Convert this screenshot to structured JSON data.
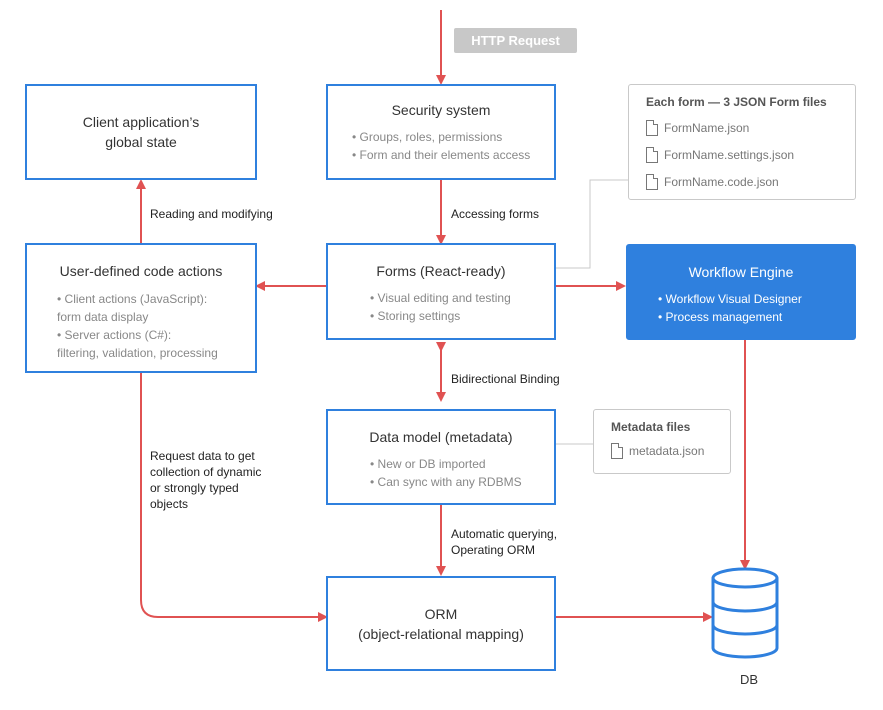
{
  "http_request": "HTTP Request",
  "client_state": {
    "title": "Client application’s global state"
  },
  "security": {
    "title": "Security system",
    "items": [
      "• Groups, roles, permissions",
      "• Form and their elements access"
    ]
  },
  "json_files": {
    "title": "Each form — 3 JSON Form files",
    "files": [
      "FormName.json",
      "FormName.settings.json",
      "FormName.code.json"
    ]
  },
  "code_actions": {
    "title": "User-defined code actions",
    "items": [
      "• Client actions (JavaScript):",
      "form data display",
      "• Server actions (C#):",
      "filtering, validation, processing"
    ]
  },
  "forms": {
    "title": "Forms (React-ready)",
    "items": [
      "• Visual editing and testing",
      "• Storing settings"
    ]
  },
  "workflow": {
    "title": "Workflow Engine",
    "items": [
      "• Workflow Visual Designer",
      "• Process management"
    ]
  },
  "data_model": {
    "title": "Data model (metadata)",
    "items": [
      "• New or DB imported",
      "• Can sync with any RDBMS"
    ]
  },
  "metadata_files": {
    "title": "Metadata files",
    "files": [
      "metadata.json"
    ]
  },
  "orm": {
    "title": "ORM",
    "subtitle": "(object-relational mapping)"
  },
  "db": {
    "label": "DB"
  },
  "labels": {
    "reading": "Reading and modifying",
    "accessing": "Accessing forms",
    "bidirectional": "Bidirectional Binding",
    "request_data": [
      "Request data to get",
      "collection of dynamic",
      "or strongly typed",
      "objects"
    ],
    "auto_query": [
      "Automatic querying,",
      "Operating ORM"
    ]
  },
  "colors": {
    "box_border": "#2f80de",
    "workflow_fill": "#2f80de",
    "arrow": "#e05252",
    "connector": "#c9c9c9",
    "pill": "#c8c8c8"
  }
}
